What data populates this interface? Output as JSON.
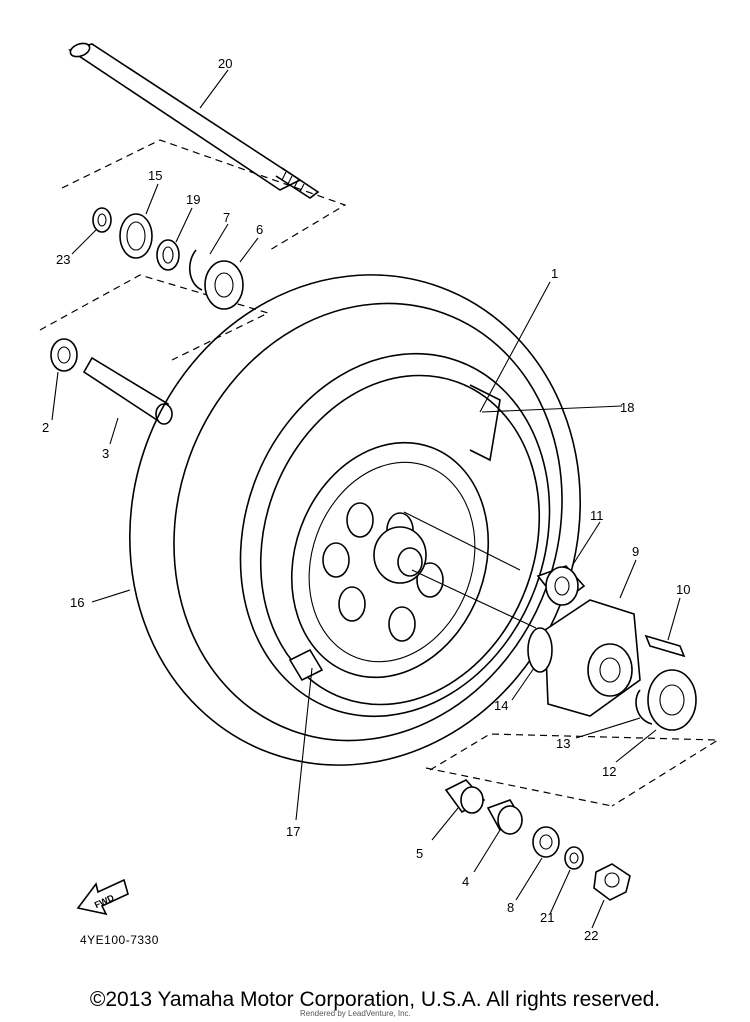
{
  "diagram": {
    "callouts": [
      "1",
      "2",
      "3",
      "4",
      "5",
      "6",
      "7",
      "8",
      "9",
      "10",
      "11",
      "12",
      "13",
      "14",
      "15",
      "16",
      "17",
      "18",
      "19",
      "20",
      "21",
      "22",
      "23"
    ],
    "fwd_label": "FWD"
  },
  "footer": {
    "reference_code": "4YE100-7330",
    "copyright": "©2013 Yamaha Motor Corporation, U.S.A. All rights reserved.",
    "rendered_by": "Rendered by LeadVenture, Inc."
  }
}
